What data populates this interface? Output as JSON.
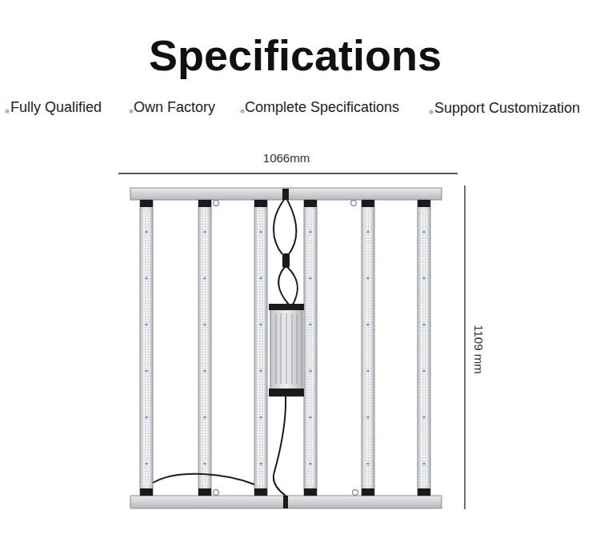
{
  "diagram": {
    "title": "Specifications",
    "labels": [
      "Fully Qualified",
      "Own Factory",
      "Complete Specifications",
      "Support Customization",
      "1066mm",
      "1109 mm"
    ]
  }
}
